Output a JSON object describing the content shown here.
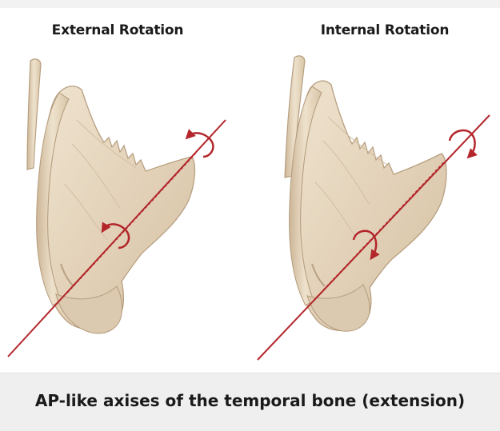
{
  "panels": {
    "left": {
      "title": "External Rotation"
    },
    "right": {
      "title": "Internal Rotation"
    }
  },
  "caption": "AP-like axises of the temporal bone (extension)",
  "colors": {
    "bone_fill": "#e6d6bf",
    "bone_shade": "#c9b396",
    "bone_outline": "#b79f80",
    "axis": "#b3262b",
    "panel_bg": "#ffffff",
    "caption_bg": "#efefef"
  },
  "icons": [
    "temporal-bone-illustration",
    "rotation-arrow-icon",
    "axis-line"
  ]
}
